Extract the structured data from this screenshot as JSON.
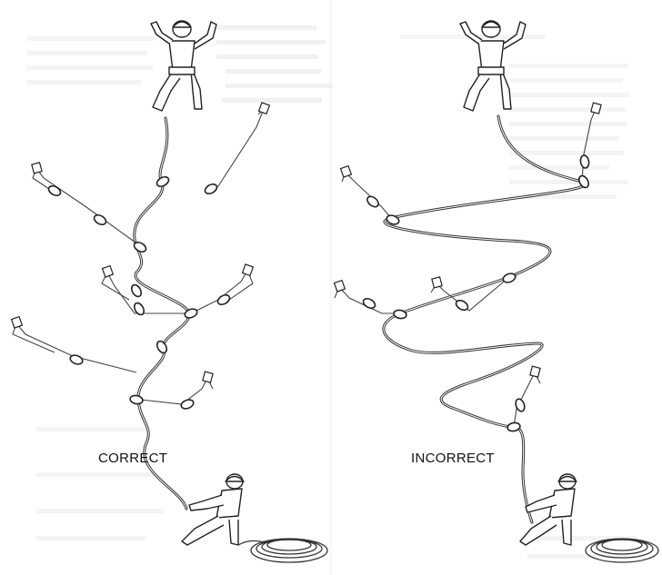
{
  "labels": {
    "correct": "CORRECT",
    "incorrect": "INCORRECT"
  },
  "colors": {
    "ink": "#222222",
    "faint_background_text": "#d8d8d8"
  },
  "diagram": {
    "panels": [
      "correct",
      "incorrect"
    ],
    "elements": [
      "leader-climber",
      "belayer",
      "rope",
      "quickdraw-slings",
      "protection-anchors",
      "carabiners",
      "rope-coil"
    ]
  }
}
